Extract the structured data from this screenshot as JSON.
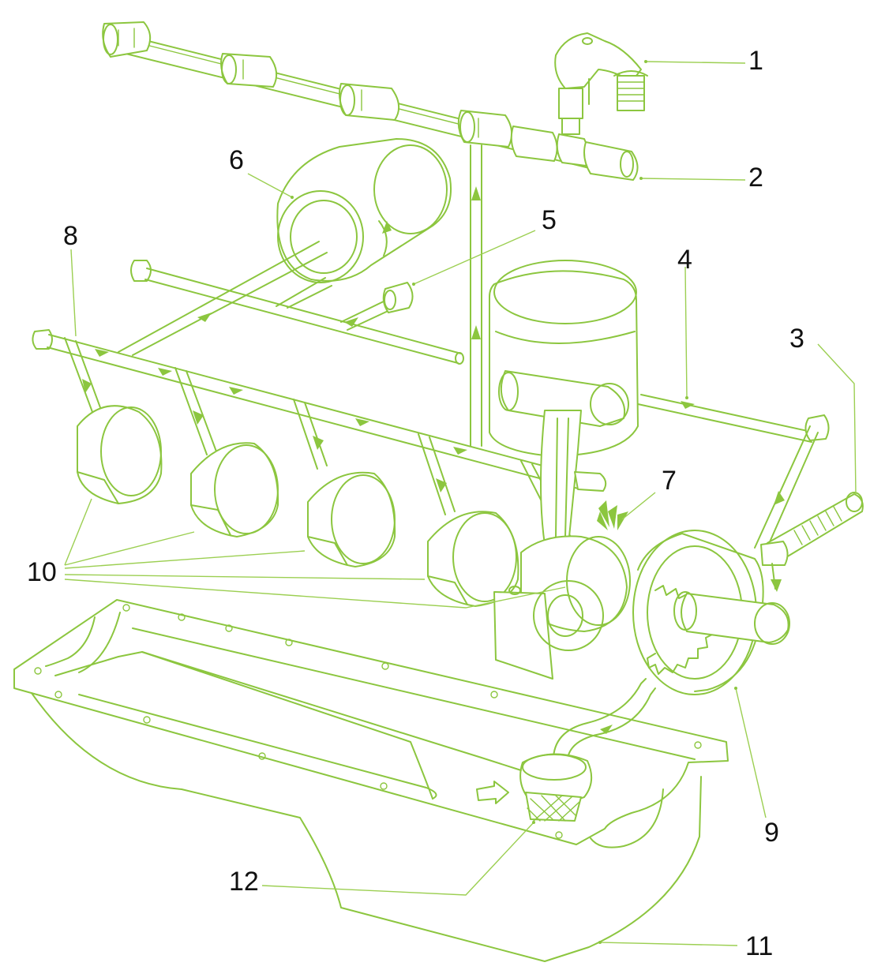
{
  "callouts": [
    {
      "id": "c1",
      "text": "1"
    },
    {
      "id": "c2",
      "text": "2"
    },
    {
      "id": "c3",
      "text": "3"
    },
    {
      "id": "c4",
      "text": "4"
    },
    {
      "id": "c5",
      "text": "5"
    },
    {
      "id": "c6",
      "text": "6"
    },
    {
      "id": "c7",
      "text": "7"
    },
    {
      "id": "c8",
      "text": "8"
    },
    {
      "id": "c9",
      "text": "9"
    },
    {
      "id": "c10",
      "text": "10"
    },
    {
      "id": "c11",
      "text": "11"
    },
    {
      "id": "c12",
      "text": "12"
    }
  ],
  "colors": {
    "line": "#8cc63f",
    "text": "#111111",
    "background": "#ffffff"
  }
}
